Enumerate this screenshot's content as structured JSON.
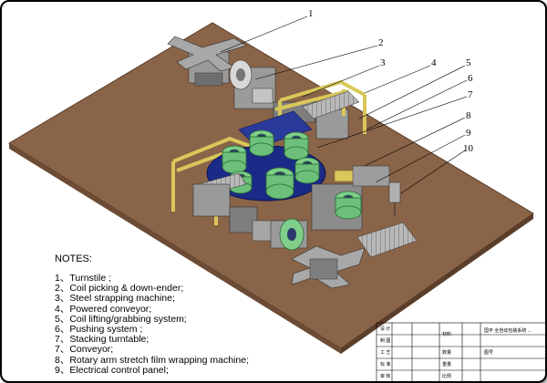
{
  "callouts": [
    {
      "num": "1"
    },
    {
      "num": "2"
    },
    {
      "num": "3"
    },
    {
      "num": "4"
    },
    {
      "num": "5"
    },
    {
      "num": "6"
    },
    {
      "num": "7"
    },
    {
      "num": "8"
    },
    {
      "num": "9"
    },
    {
      "num": "10"
    }
  ],
  "notes": {
    "title": "NOTES:",
    "items": [
      "1、Turnstile ;",
      "2、Coil  picking  &  down-ender;",
      "3、Steel strapping machine;",
      "4、Powered conveyor;",
      "5、Coil lifting/grabbing system;",
      "6、Pushing  system ;",
      "7、Stacking turntable;",
      "7、Conveyor;",
      "8、Rotary arm stretch film wrapping machine;",
      "9、Electrical control panel;"
    ]
  },
  "title_block": {
    "r1": "设 计",
    "r2": "制 图",
    "r3": "工 艺",
    "r4": "标 准",
    "r5": "审 核",
    "material": "材料",
    "quantity": "数量",
    "weight": "重量",
    "scale": "比例",
    "drawing_no": "图号",
    "name": "国丰 全自动包装系统 ..."
  },
  "colors": {
    "floor": "#8a6448",
    "floor_edge": "#5a3e2a",
    "turntable": "#1a2a86",
    "coil": "#7fcf8a",
    "gantry": "#d9c75a",
    "machine": "#8c8c8c"
  }
}
